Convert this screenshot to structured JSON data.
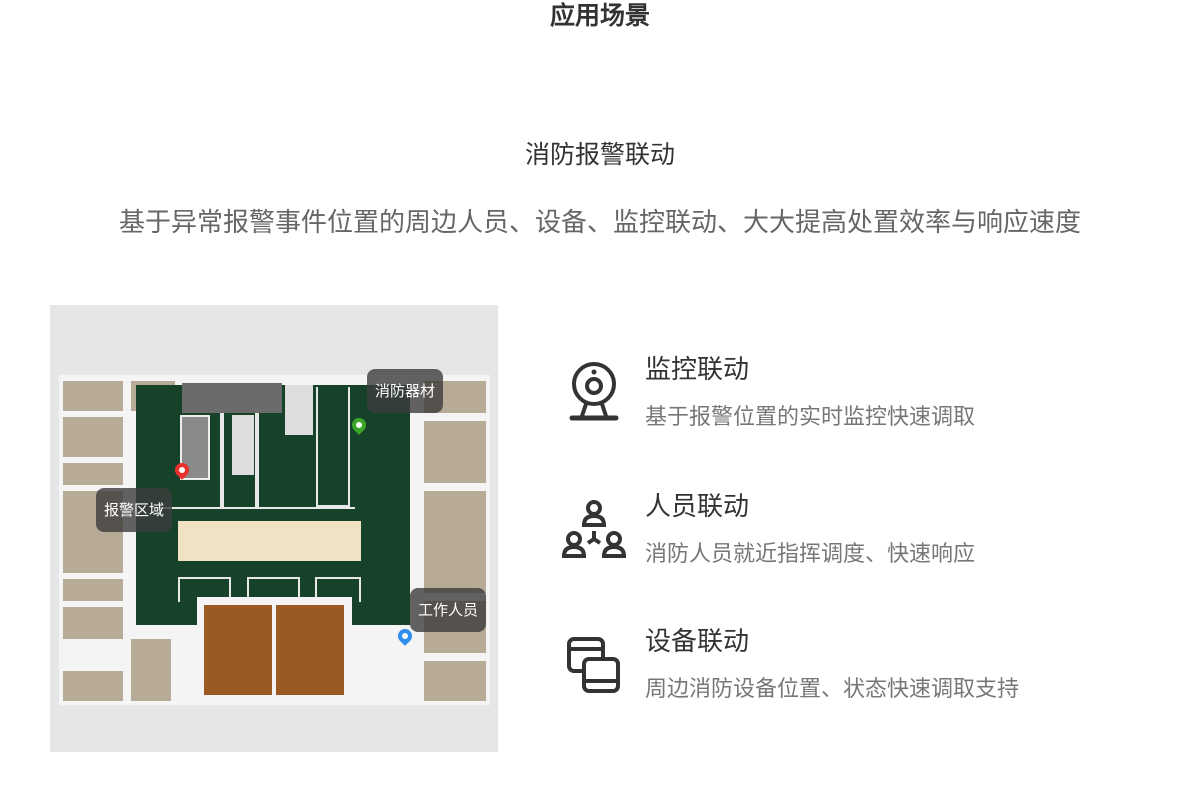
{
  "page_title": "应用场景",
  "section_title": "消防报警联动",
  "section_subtitle": "基于异常报警事件位置的周边人员、设备、监控联动、大大提高处置效率与响应速度",
  "map": {
    "labels": {
      "alarm": "报警区域",
      "equipment": "消防器材",
      "staff": "工作人员"
    },
    "colors": {
      "alarm_pin": "#e8302c",
      "equipment_pin": "#3aa628",
      "staff_pin": "#2f8ef0",
      "floor": "#17422a"
    }
  },
  "features": [
    {
      "icon": "camera-icon",
      "title": "监控联动",
      "desc": "基于报警位置的实时监控快速调取"
    },
    {
      "icon": "people-network-icon",
      "title": "人员联动",
      "desc": "消防人员就近指挥调度、快速响应"
    },
    {
      "icon": "devices-icon",
      "title": "设备联动",
      "desc": "周边消防设备位置、状态快速调取支持"
    }
  ]
}
